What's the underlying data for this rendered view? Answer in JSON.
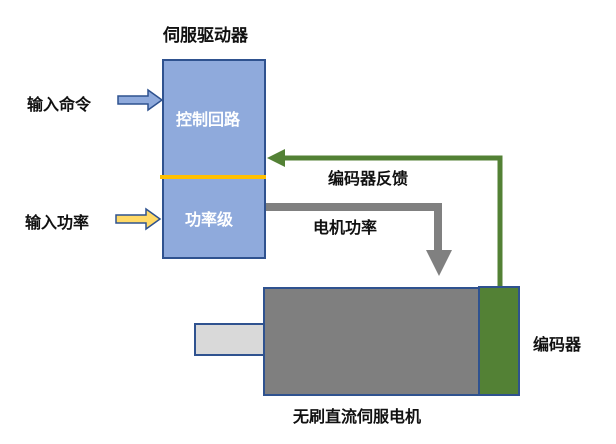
{
  "driver": {
    "title": "伺服驱动器",
    "control_loop": "控制回路",
    "power_stage": "功率级"
  },
  "inputs": {
    "command": "输入命令",
    "power": "输入功率"
  },
  "signals": {
    "encoder_feedback": "编码器反馈",
    "motor_power": "电机功率"
  },
  "motor": {
    "title": "无刷直流伺服电机",
    "encoder": "编码器"
  },
  "colors": {
    "driver_fill": "#8faadc",
    "border": "#2f528f",
    "divider": "#ffc000",
    "feedback": "#538135",
    "power_arrow": "#808080",
    "motor_fill": "#7f7f7f",
    "shaft_fill": "#d9d9d9",
    "encoder_fill": "#538135",
    "input_power_arrow": "#ffd966"
  }
}
